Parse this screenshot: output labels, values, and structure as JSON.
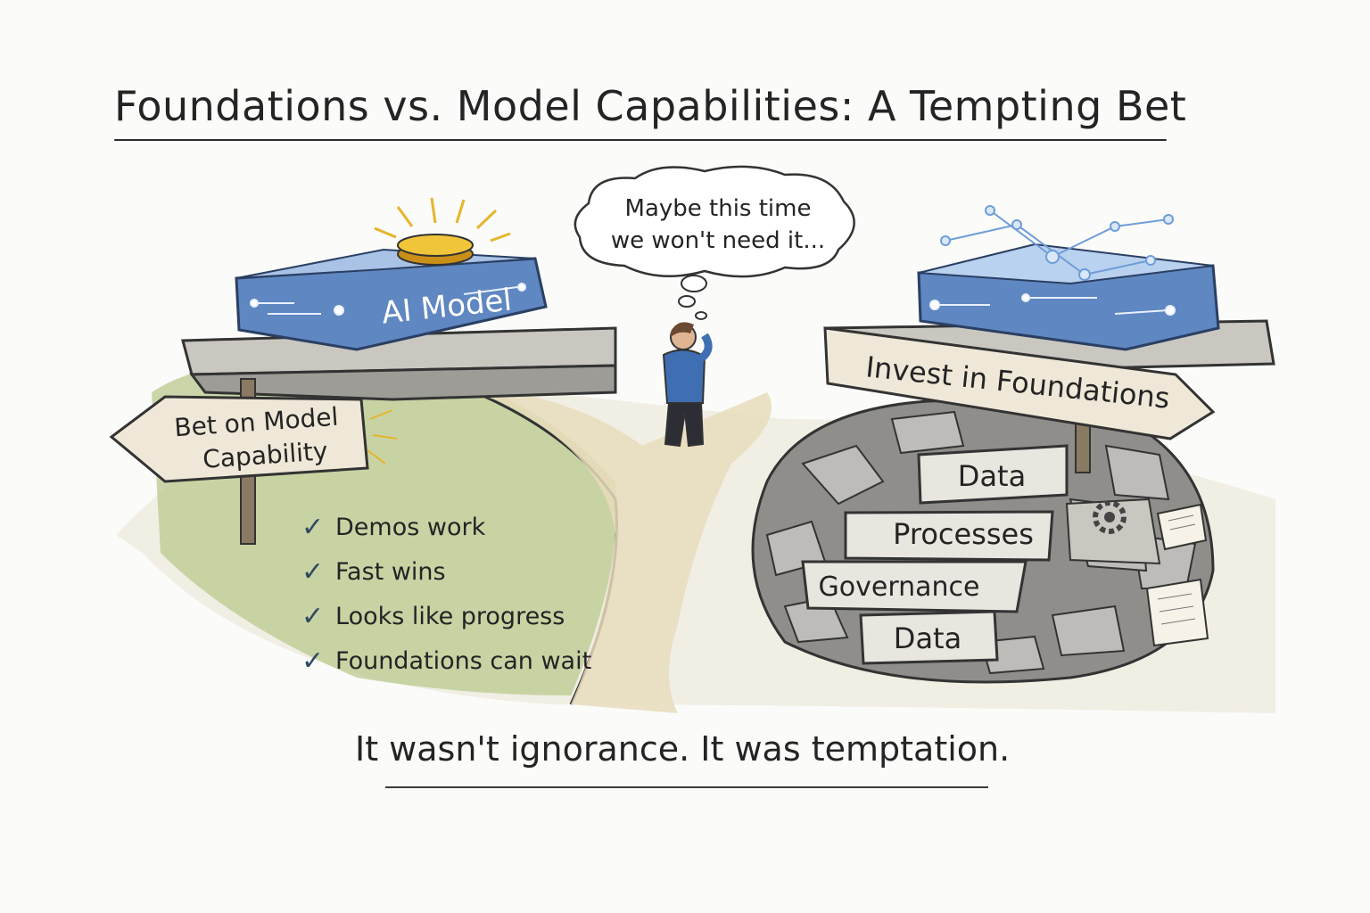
{
  "title": "Foundations vs. Model Capabilities: A Tempting Bet",
  "thought_bubble": {
    "line1": "Maybe this time",
    "line2": "we won't need it..."
  },
  "left_path": {
    "platform_label": "AI Model",
    "sign_line1": "Bet on Model",
    "sign_line2": "Capability",
    "checklist": [
      "Demos work",
      "Fast wins",
      "Looks like progress",
      "Foundations can wait"
    ],
    "check_symbol": "✓"
  },
  "right_path": {
    "sign_label": "Invest in Foundations",
    "stone_labels": [
      "Data",
      "Processes",
      "Governance",
      "Data"
    ]
  },
  "caption": "It wasn't ignorance. It was temptation.",
  "colors": {
    "platform_blue": "#4f79b5",
    "coin_gold": "#e6b52a",
    "grass_green": "#9bb56a",
    "stone_gray": "#a9a9a6",
    "ink": "#242424",
    "check_blue": "#2f4a63"
  }
}
